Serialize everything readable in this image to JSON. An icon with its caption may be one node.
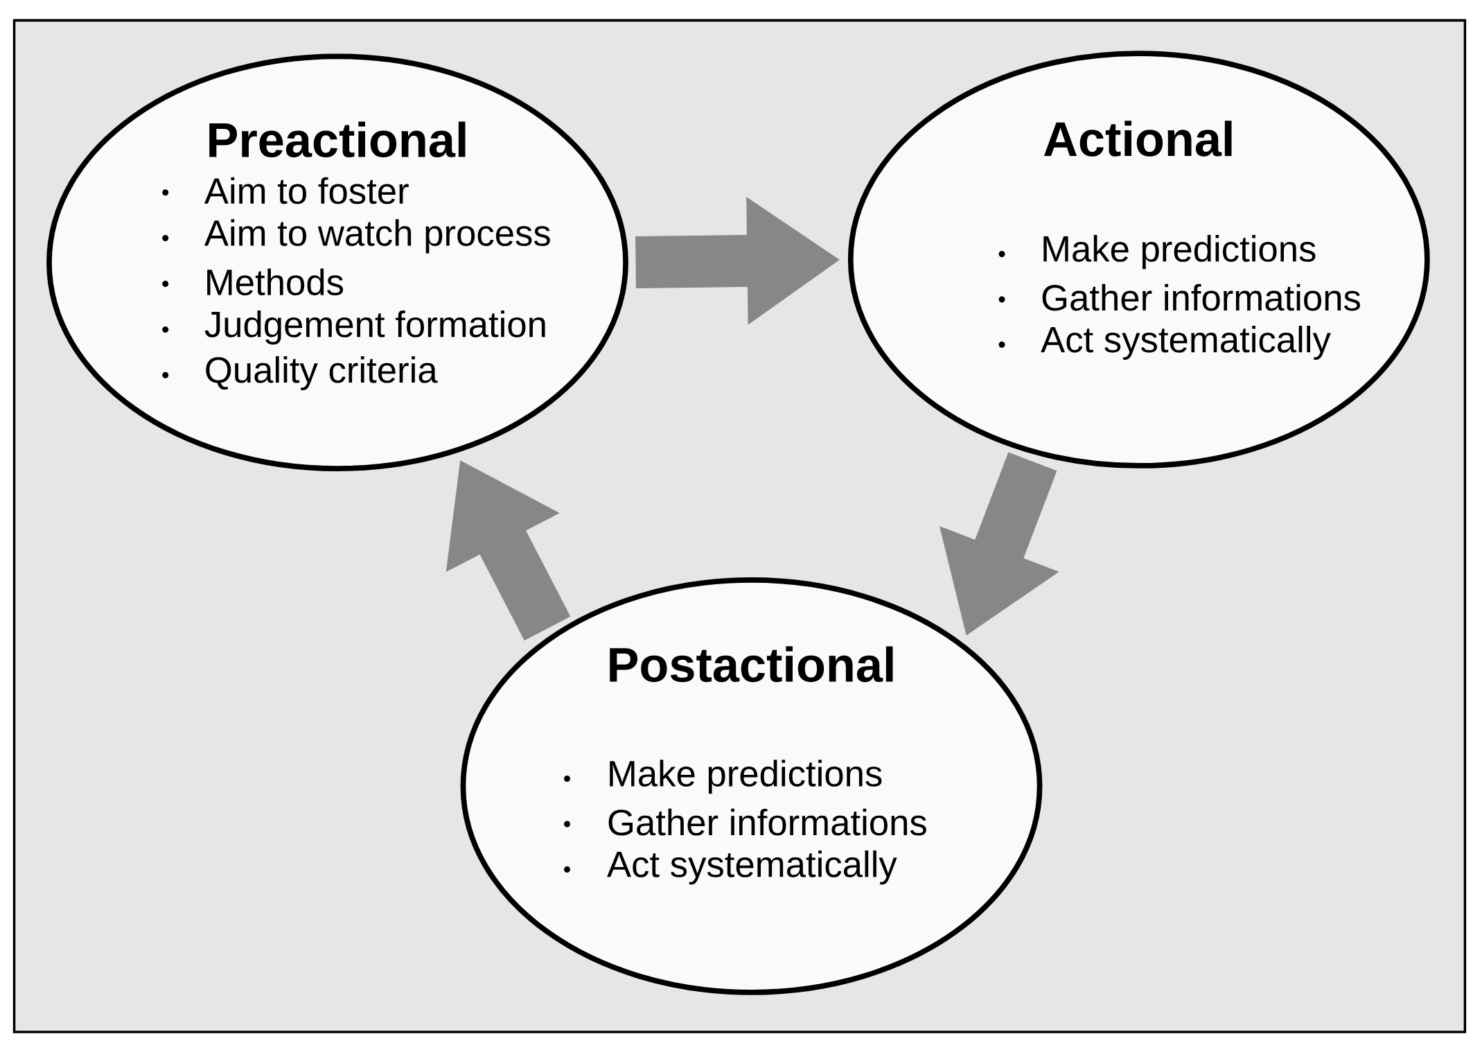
{
  "diagram": {
    "nodes": [
      {
        "text": [
          "Preactional",
          "Aim to foster",
          "Aim to watch process",
          "Methods",
          "Judgement formation",
          "Quality criteria"
        ]
      },
      {
        "text": [
          "Actional",
          "Make predictions",
          "Gather informations",
          "Act systematically"
        ]
      },
      {
        "text": [
          "Postactional",
          "Make predictions",
          "Gather informations",
          "Act systematically"
        ]
      }
    ],
    "edges": [
      {
        "from": 0,
        "to": 1,
        "arrow": "to"
      },
      {
        "from": 1,
        "to": 2,
        "arrow": "to"
      },
      {
        "from": 2,
        "to": 0,
        "arrow": "to"
      }
    ]
  }
}
